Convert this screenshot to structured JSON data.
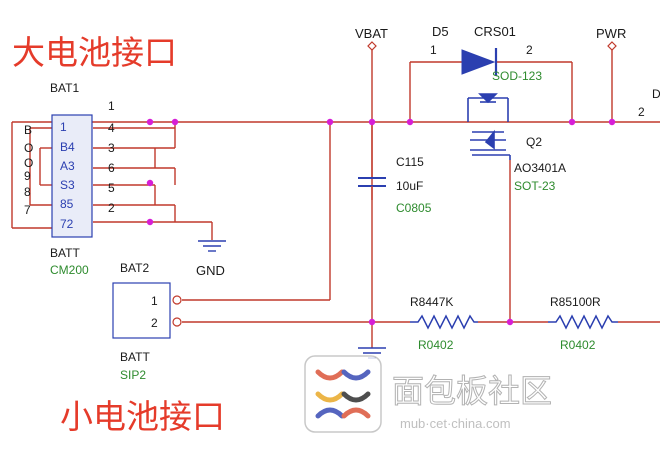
{
  "labels": {
    "big_battery_title": "大电池接口",
    "small_battery_title": "小电池接口",
    "vbat": "VBAT",
    "pwr": "PWR",
    "gnd": "GND",
    "watermark": "面包板社区",
    "watermark_url": "mub·cet·china.com"
  },
  "bat1": {
    "ref": "BAT1",
    "type": "BATT",
    "part": "CM200",
    "inner_pins": [
      "1",
      "B4",
      "A3",
      "S3",
      "85",
      "72"
    ],
    "outer_pins": [
      "1",
      "4",
      "3",
      "6",
      "5",
      "2"
    ],
    "left_marks": [
      "B",
      "O",
      "O",
      "9",
      "8",
      "7"
    ]
  },
  "bat2": {
    "ref": "BAT2",
    "type": "BATT",
    "part": "SIP2",
    "pins": [
      "1",
      "2"
    ]
  },
  "d5": {
    "ref": "D5",
    "part": "CRS01",
    "package": "SOD-123",
    "pin1": "1",
    "pin2": "2"
  },
  "q2": {
    "ref": "Q2",
    "part": "AO3401A",
    "package": "SOT-23"
  },
  "c115": {
    "ref": "C115",
    "value": "10uF",
    "package": "C0805"
  },
  "r84": {
    "label": "R8447K",
    "package": "R0402"
  },
  "r85": {
    "label": "R85100R",
    "package": "R0402"
  },
  "right_edge": {
    "pin": "2",
    "label": "D"
  },
  "colors": {
    "wire": "#c0392b",
    "component": "#2b3fb0",
    "ref_text": "#1a1a1a",
    "part_text": "#2e8b2e",
    "junction": "#d61fd6",
    "title_red": "#e53b2a"
  }
}
